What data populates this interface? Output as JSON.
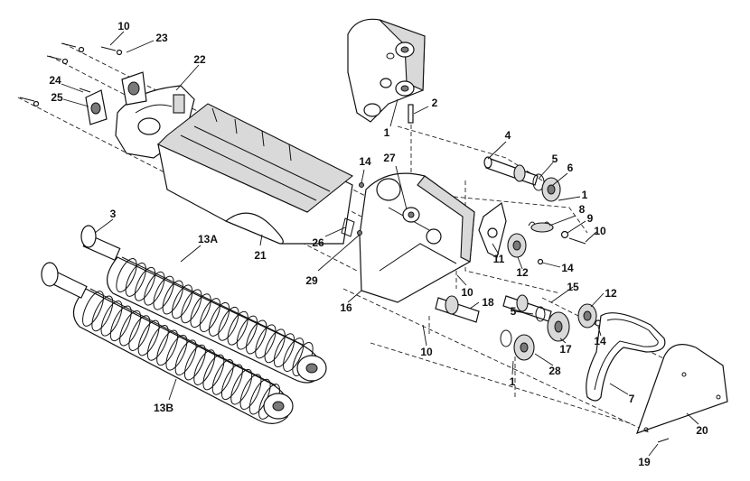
{
  "diagram": {
    "callouts": [
      {
        "id": "c10a",
        "label": "10"
      },
      {
        "id": "c23",
        "label": "23"
      },
      {
        "id": "c22",
        "label": "22"
      },
      {
        "id": "c24",
        "label": "24"
      },
      {
        "id": "c25",
        "label": "25"
      },
      {
        "id": "c1a",
        "label": "1"
      },
      {
        "id": "c2",
        "label": "2"
      },
      {
        "id": "c4",
        "label": "4"
      },
      {
        "id": "c5a",
        "label": "5"
      },
      {
        "id": "c6",
        "label": "6"
      },
      {
        "id": "c1b",
        "label": "1"
      },
      {
        "id": "c8",
        "label": "8"
      },
      {
        "id": "c9",
        "label": "9"
      },
      {
        "id": "c10b",
        "label": "10"
      },
      {
        "id": "c14a",
        "label": "14"
      },
      {
        "id": "c27",
        "label": "27"
      },
      {
        "id": "c3",
        "label": "3"
      },
      {
        "id": "c13a",
        "label": "13A"
      },
      {
        "id": "c26",
        "label": "26"
      },
      {
        "id": "c21",
        "label": "21"
      },
      {
        "id": "c29",
        "label": "29"
      },
      {
        "id": "c11",
        "label": "11"
      },
      {
        "id": "c12a",
        "label": "12"
      },
      {
        "id": "c14b",
        "label": "14"
      },
      {
        "id": "c10c",
        "label": "10"
      },
      {
        "id": "c16",
        "label": "16"
      },
      {
        "id": "c18",
        "label": "18"
      },
      {
        "id": "c15",
        "label": "15"
      },
      {
        "id": "c12b",
        "label": "12"
      },
      {
        "id": "c5b",
        "label": "5"
      },
      {
        "id": "c14c",
        "label": "14"
      },
      {
        "id": "c10d",
        "label": "10"
      },
      {
        "id": "c17",
        "label": "17"
      },
      {
        "id": "c28",
        "label": "28"
      },
      {
        "id": "c1c",
        "label": "1"
      },
      {
        "id": "c13b",
        "label": "13B"
      },
      {
        "id": "c7",
        "label": "7"
      },
      {
        "id": "c20",
        "label": "20"
      },
      {
        "id": "c19",
        "label": "19"
      }
    ]
  }
}
